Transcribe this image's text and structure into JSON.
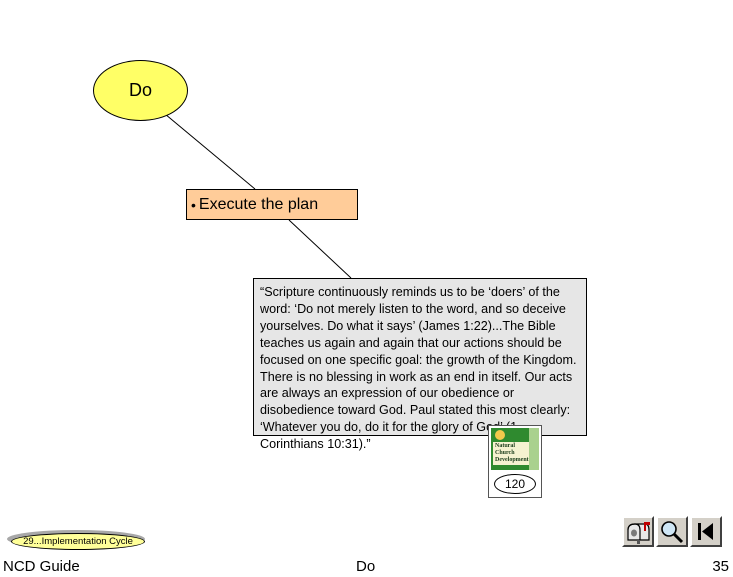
{
  "diagram": {
    "ellipse_label": "Do",
    "action_items": [
      "Execute the plan"
    ],
    "quote_text": "“Scripture continuously reminds us to be ‘doers’ of the word:  ‘Do not merely listen to the word, and so deceive yourselves.  Do what it says’ (James 1:22)...The Bible teaches us again and again that our actions should be focused on one specific goal:  the growth of the Kingdom.  There is no blessing in work as an end in itself.  Our acts are always an expression of our obedience or disobedience toward God.  Paul stated this most clearly:  ‘Whatever you do, do it for the glory of God’ (1 Corinthians 10:31).”",
    "book": {
      "cover_title": "Natural Church Development",
      "page_number": "120"
    }
  },
  "navigation": {
    "implementation_link": "29...Implementation Cycle",
    "buttons": [
      {
        "icon": "mailbox-icon"
      },
      {
        "icon": "magnifier-icon"
      },
      {
        "icon": "first-slide-icon"
      }
    ]
  },
  "footer": {
    "left": "NCD Guide",
    "center": "Do",
    "page": "35"
  },
  "colors": {
    "ellipse_fill": "#ffff66",
    "action_fill": "#ffcc99",
    "quote_fill": "#e6e6e6",
    "link_fill": "#ffff99",
    "button_face": "#d4d0c8"
  }
}
